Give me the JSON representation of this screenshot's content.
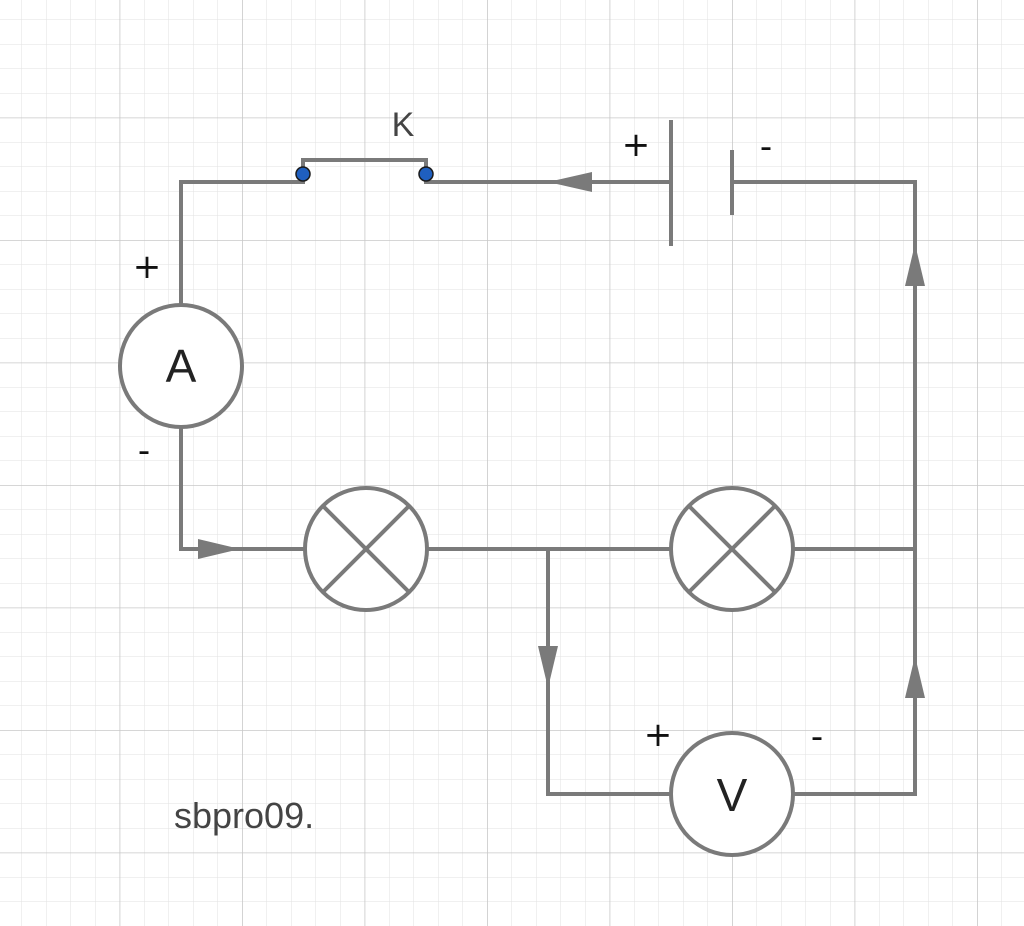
{
  "labels": {
    "switch": "K",
    "ammeter": "A",
    "voltmeter": "V",
    "plus": "+",
    "minus": "-",
    "watermark": "sbpro09."
  },
  "colors": {
    "wire": "#7a7a7a",
    "terminal": "#1f5fbf",
    "grid_minor": "#e2e2e2",
    "grid_major": "#c8c8c8"
  }
}
